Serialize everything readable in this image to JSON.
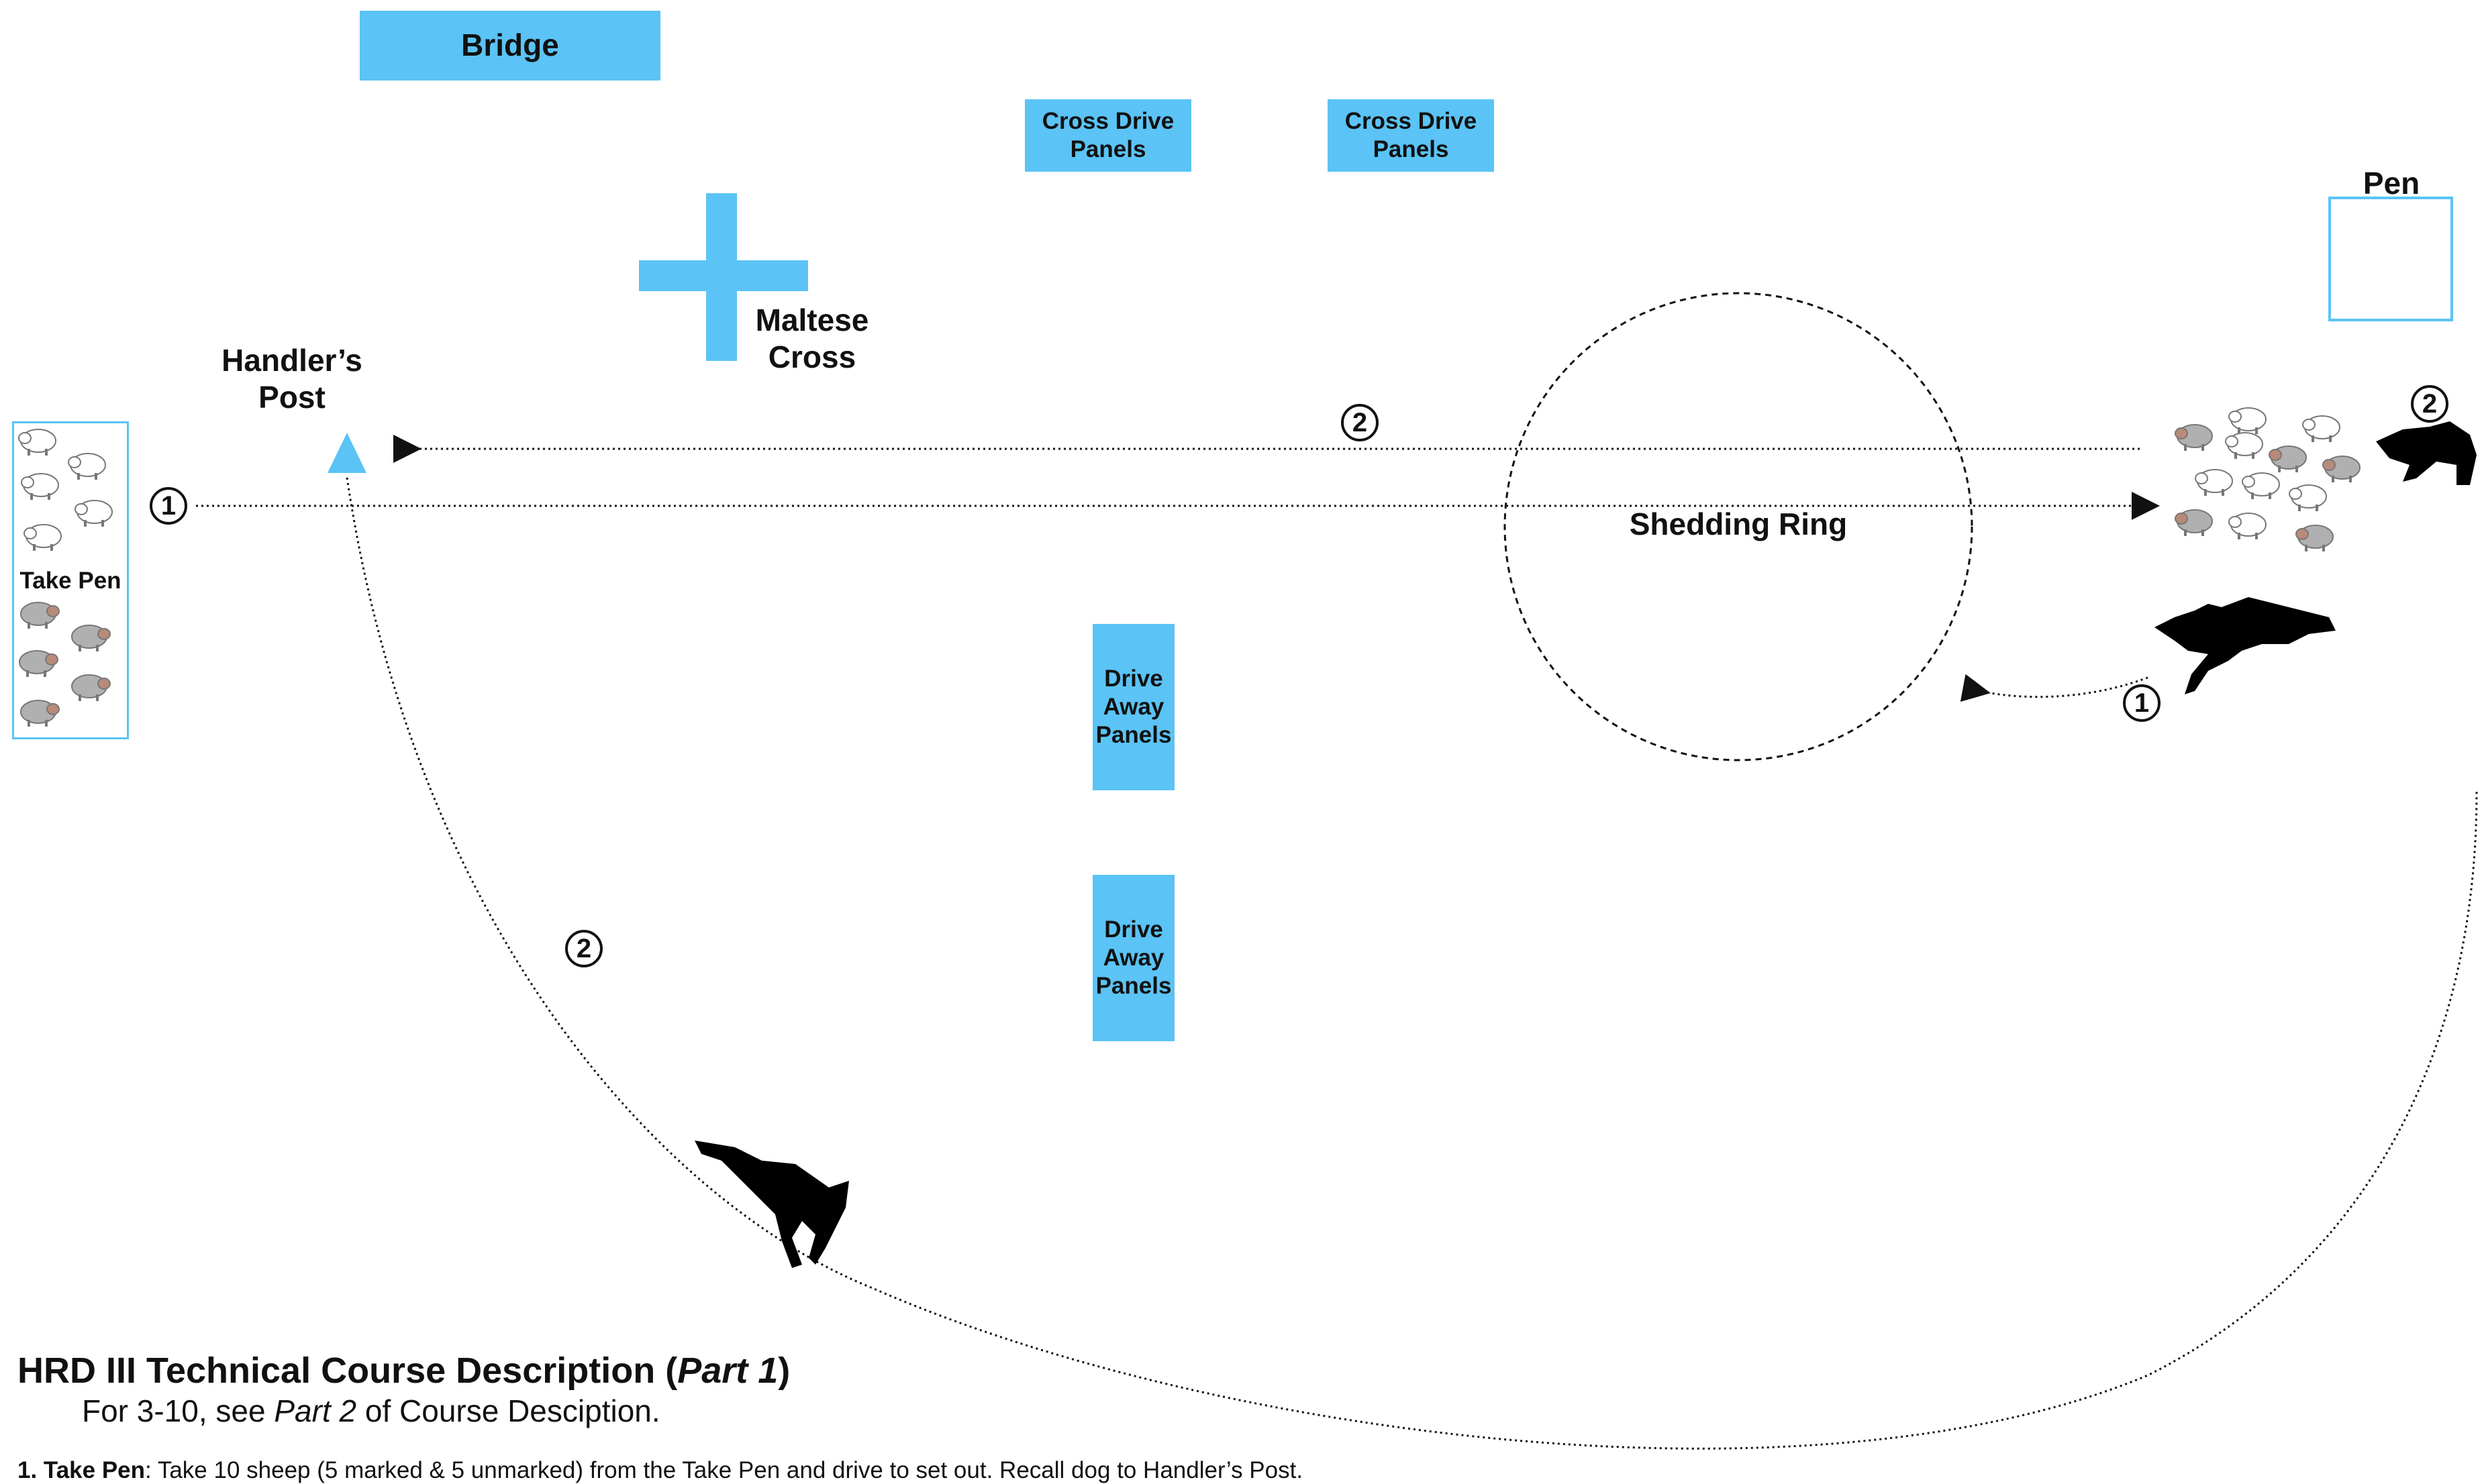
{
  "labels": {
    "bridge": "Bridge",
    "cross_drive_left": [
      "Cross Drive",
      "Panels"
    ],
    "cross_drive_right": [
      "Cross Drive",
      "Panels"
    ],
    "maltese_cross": [
      "Maltese",
      "Cross"
    ],
    "handlers_post": [
      "Handler’s",
      "Post"
    ],
    "take_pen": "Take Pen",
    "pen": "Pen",
    "shedding_ring": "Shedding Ring",
    "drive_away_upper": [
      "Drive",
      "Away",
      "Panels"
    ],
    "drive_away_lower": [
      "Drive",
      "Away",
      "Panels"
    ]
  },
  "markers": {
    "one": "1",
    "two": "2"
  },
  "title": {
    "main": "HRD III Technical Course Description (",
    "part": "Part 1",
    "close": ")"
  },
  "subtitle": {
    "before": "For 3-10, see ",
    "part": "Part 2",
    "after": " of Course Desciption."
  },
  "description": {
    "label": "1. Take Pen",
    "text": ": Take 10 sheep (5 marked & 5 unmarked) from the Take Pen and drive to set out. Recall dog to Handler’s Post."
  },
  "colors": {
    "panel_blue": "#5bc3f5",
    "text": "#111111",
    "marked_sheep": "#b0b0b0",
    "unmarked_sheep": "#ffffff"
  },
  "icons": [
    "sheep-icon",
    "dog-silhouette-icon",
    "handler-post-triangle-icon"
  ]
}
